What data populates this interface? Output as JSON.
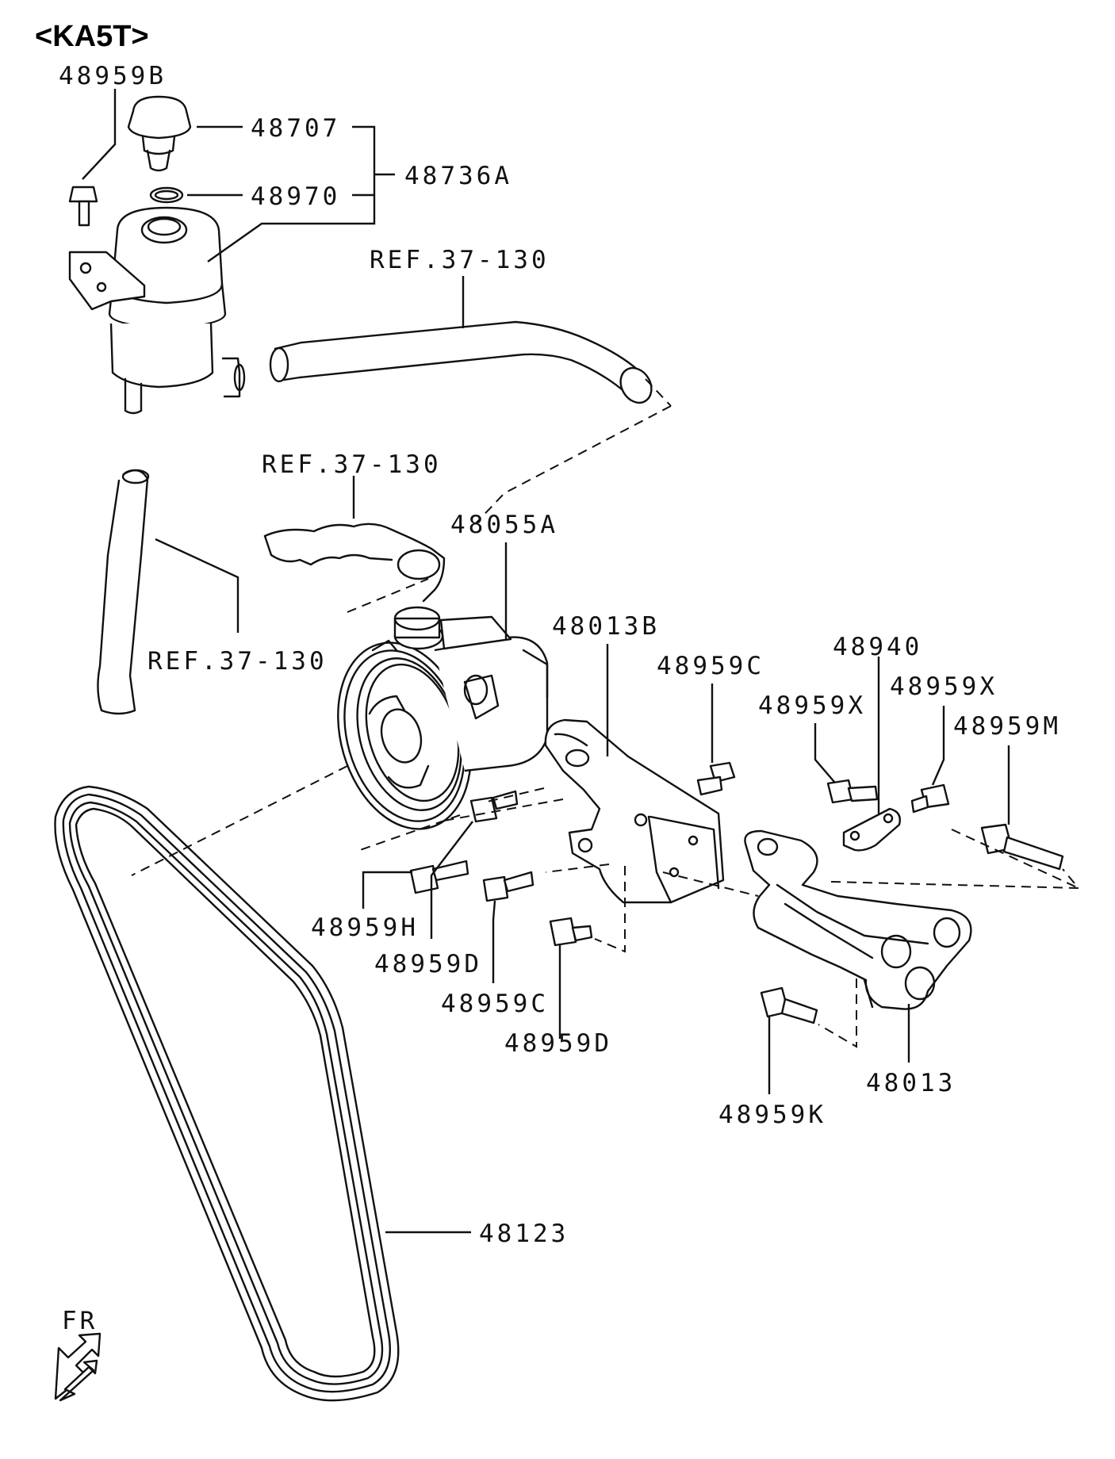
{
  "title": "<KA5T>",
  "labels": {
    "p48959B": "48959B",
    "p48707": "48707",
    "p48970": "48970",
    "p48736A": "48736A",
    "ref1": "REF.37-130",
    "ref2": "REF.37-130",
    "ref3": "REF.37-130",
    "p48055A": "48055A",
    "p48013B": "48013B",
    "p48959C_top": "48959C",
    "p48940": "48940",
    "p48959X_a": "48959X",
    "p48959X_b": "48959X",
    "p48959M": "48959M",
    "p48959H": "48959H",
    "p48959D_a": "48959D",
    "p48959C_low": "48959C",
    "p48959D_b": "48959D",
    "p48013": "48013",
    "p48959K": "48959K",
    "p48123": "48123",
    "fr": "FR"
  },
  "icons": [
    "fr-arrow-icon"
  ]
}
